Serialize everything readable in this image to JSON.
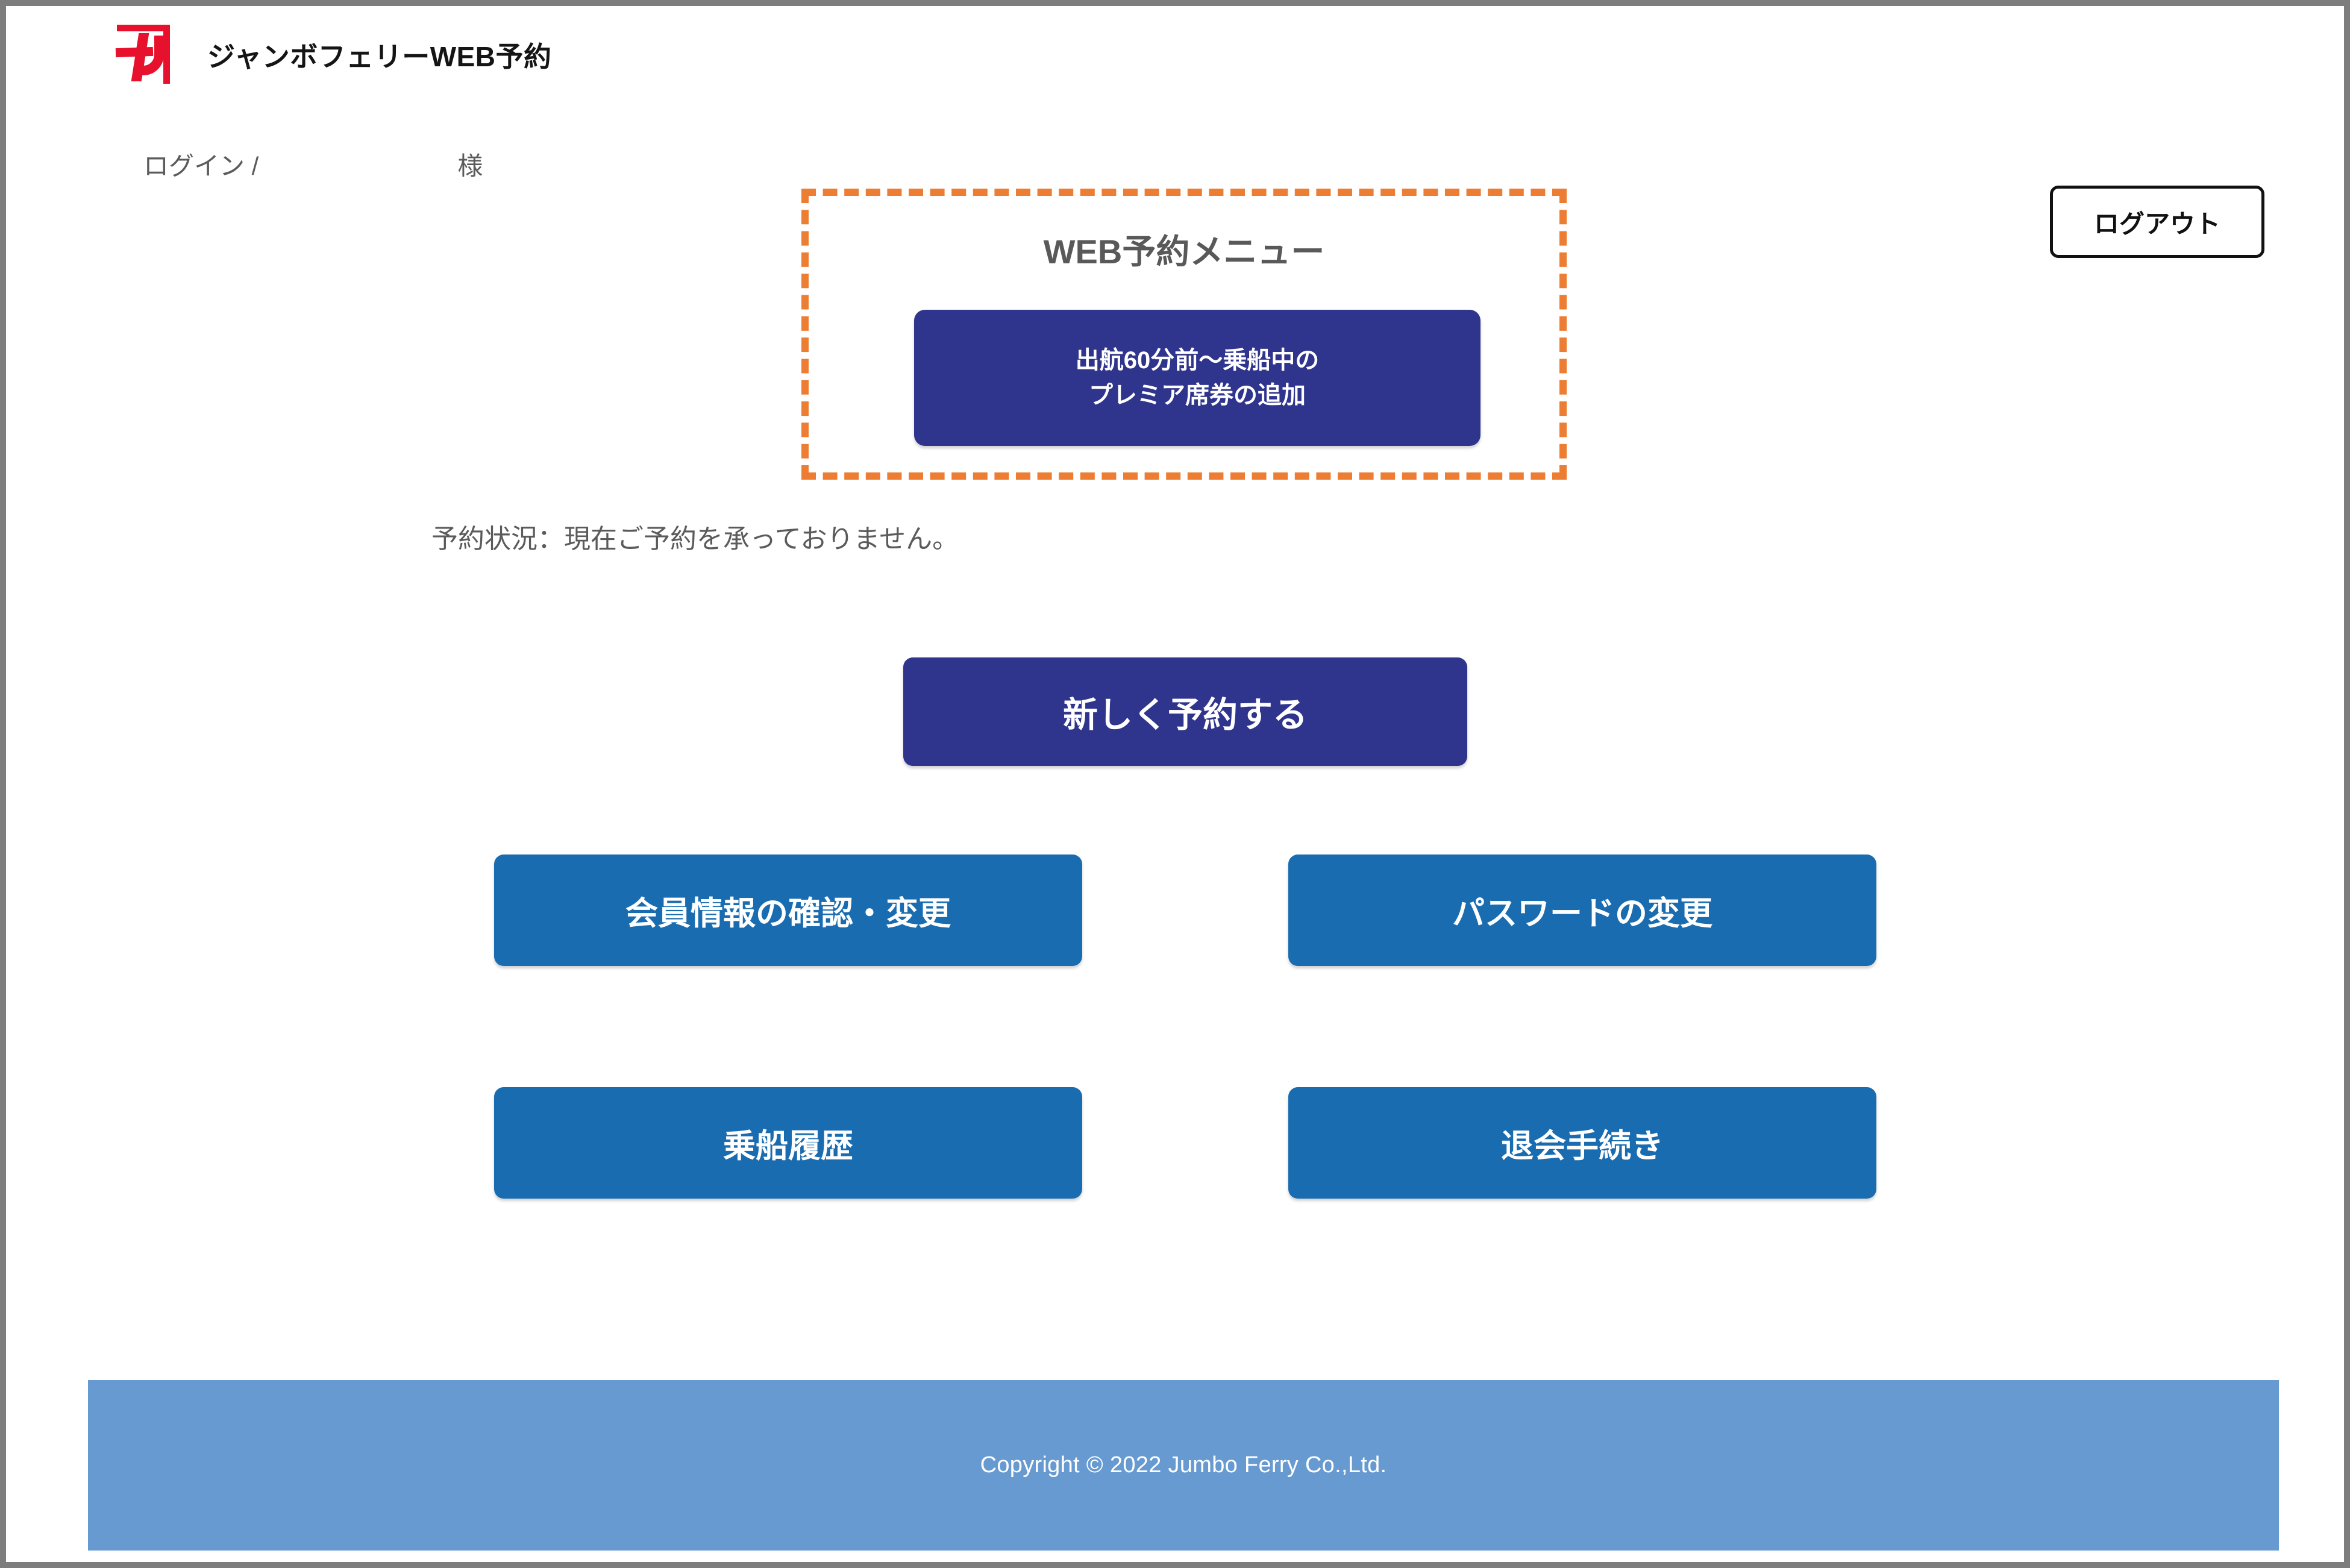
{
  "header": {
    "logo_icon": "jumbo-ferry-ka-logo-icon",
    "site_title": "ジャンボフェリーWEB予約"
  },
  "login": {
    "label": "ログイン /",
    "user_name": "",
    "suffix": "様"
  },
  "logout": {
    "label": "ログアウト"
  },
  "promo": {
    "title": "WEB予約メニュー",
    "premium_button_line1": "出航60分前～乗船中の",
    "premium_button_line2": "プレミア席券の追加",
    "border_color": "#ec7d32"
  },
  "status": {
    "text": "予約状況：現在ご予約を承っておりません。"
  },
  "menu": {
    "new_reservation": "新しく予約する",
    "member_info": "会員情報の確認・変更",
    "password_change": "パスワードの変更",
    "boarding_history": "乗船履歴",
    "withdrawal": "退会手続き"
  },
  "colors": {
    "navy": "#2f348c",
    "blue": "#1a6cb0",
    "footer_blue": "#679ad1",
    "accent_orange": "#ec7d32",
    "logo_red": "#e8112d",
    "gray_text": "#595959"
  },
  "footer": {
    "copyright": "Copyright © 2022 Jumbo Ferry Co.,Ltd."
  }
}
